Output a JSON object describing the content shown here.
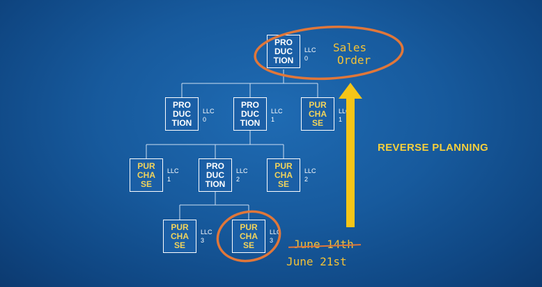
{
  "diagram": {
    "title": "REVERSE PLANNING",
    "nodes": [
      {
        "id": "n0",
        "lines": [
          "PRO",
          "DUC",
          "TION"
        ],
        "kind": "production",
        "llc_label": "LLC",
        "llc_level": "0"
      },
      {
        "id": "n1a",
        "lines": [
          "PRO",
          "DUC",
          "TION"
        ],
        "kind": "production",
        "llc_label": "LLC",
        "llc_level": "0"
      },
      {
        "id": "n1b",
        "lines": [
          "PRO",
          "DUC",
          "TION"
        ],
        "kind": "production",
        "llc_label": "LLC",
        "llc_level": "1"
      },
      {
        "id": "n1c",
        "lines": [
          "PUR",
          "CHA",
          "SE"
        ],
        "kind": "purchase",
        "llc_label": "LLC",
        "llc_level": "1"
      },
      {
        "id": "n2a",
        "lines": [
          "PUR",
          "CHA",
          "SE"
        ],
        "kind": "purchase",
        "llc_label": "LLC",
        "llc_level": "1"
      },
      {
        "id": "n2b",
        "lines": [
          "PRO",
          "DUC",
          "TION"
        ],
        "kind": "production",
        "llc_label": "LLC",
        "llc_level": "2"
      },
      {
        "id": "n2c",
        "lines": [
          "PUR",
          "CHA",
          "SE"
        ],
        "kind": "purchase",
        "llc_label": "LLC",
        "llc_level": "2"
      },
      {
        "id": "n3a",
        "lines": [
          "PUR",
          "CHA",
          "SE"
        ],
        "kind": "purchase",
        "llc_label": "LLC",
        "llc_level": "3"
      },
      {
        "id": "n3b",
        "lines": [
          "PUR",
          "CHA",
          "SE"
        ],
        "kind": "purchase",
        "llc_label": "LLC",
        "llc_level": "3"
      }
    ],
    "edges": [
      [
        "n0",
        "n1a"
      ],
      [
        "n0",
        "n1b"
      ],
      [
        "n0",
        "n1c"
      ],
      [
        "n1b",
        "n2a"
      ],
      [
        "n1b",
        "n2b"
      ],
      [
        "n1b",
        "n2c"
      ],
      [
        "n2b",
        "n3a"
      ],
      [
        "n2b",
        "n3b"
      ]
    ],
    "annotations": {
      "sales_order": [
        "Sales",
        "Order"
      ],
      "old_date": "June 14th",
      "new_date": "June 21st"
    },
    "colors": {
      "background": "#175a9d",
      "node_border": "#ffffff",
      "production_text": "#ffffff",
      "purchase_text": "#f2d45c",
      "circle": "#e0773a",
      "arrow": "#f5c518",
      "handwriting": "#f3c237"
    }
  }
}
